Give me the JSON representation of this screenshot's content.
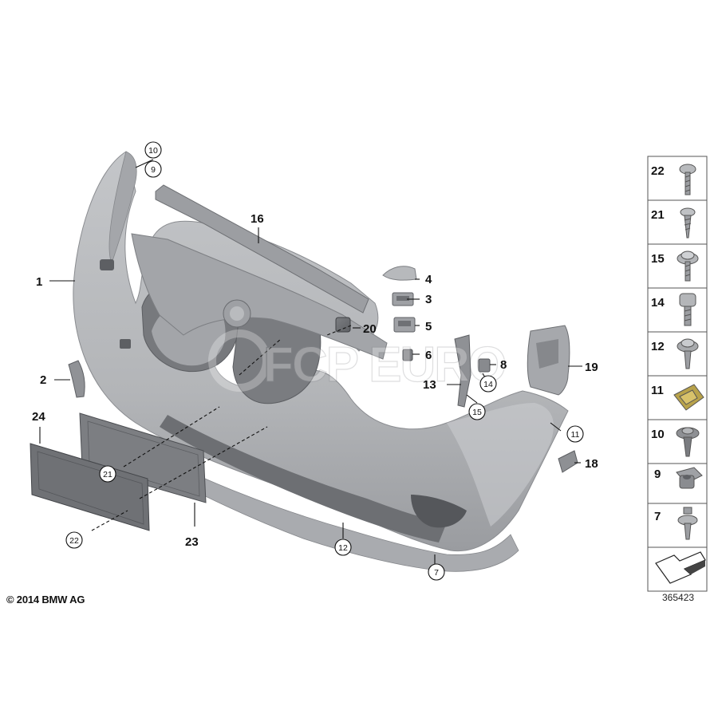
{
  "callouts": {
    "c1": "1",
    "c2": "2",
    "c3": "3",
    "c4": "4",
    "c5": "5",
    "c6": "6",
    "c7": "7",
    "c8": "8",
    "c9": "9",
    "c10": "10",
    "c11": "11",
    "c12": "12",
    "c13": "13",
    "c14": "14",
    "c15": "15",
    "c16": "16",
    "c18": "18",
    "c19": "19",
    "c20": "20",
    "c21": "21",
    "c22": "22",
    "c23": "23",
    "c24": "24"
  },
  "hardware_panel": {
    "items": [
      "22",
      "21",
      "15",
      "14",
      "12",
      "11",
      "10",
      "9",
      "7"
    ]
  },
  "watermark": "FCP EURO",
  "footer": {
    "copyright": "© 2014 BMW AG",
    "diagram_id": "365423"
  },
  "colors": {
    "part_fill": "#b9bbbe",
    "part_dark": "#8e9094",
    "part_shadow": "#6c6e72",
    "line": "#111111"
  }
}
